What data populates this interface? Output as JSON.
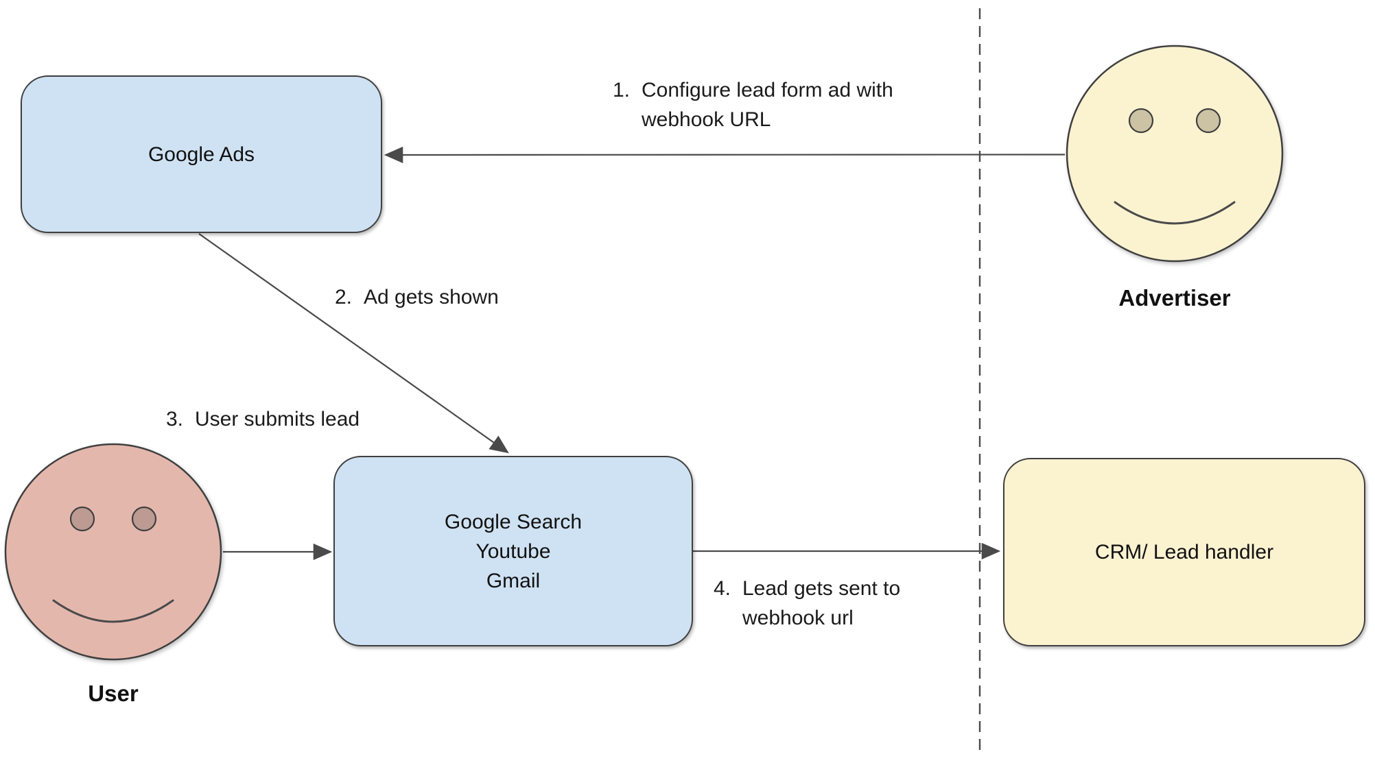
{
  "diagram": {
    "nodes": {
      "google_ads": {
        "label": "Google Ads"
      },
      "google_properties": {
        "lines": [
          "Google Search",
          "Youtube",
          "Gmail"
        ]
      },
      "crm": {
        "label": "CRM/ Lead handler"
      }
    },
    "actors": {
      "advertiser": {
        "label": "Advertiser"
      },
      "user": {
        "label": "User"
      }
    },
    "steps": [
      {
        "num": "1.",
        "lines": [
          "Configure lead form ad with",
          "webhook URL"
        ]
      },
      {
        "num": "2.",
        "lines": [
          "Ad gets shown"
        ]
      },
      {
        "num": "3.",
        "lines": [
          "User submits lead"
        ]
      },
      {
        "num": "4.",
        "lines": [
          "Lead gets sent to",
          "webhook url"
        ]
      }
    ],
    "colors": {
      "node_blue_fill": "#cfe2f3",
      "node_yellow_fill": "#fbf2d0",
      "user_face_fill": "#e4b7ad",
      "user_eye_fill": "#bd9b92",
      "advertiser_face_fill": "#fbf2d0",
      "advertiser_eye_fill": "#cbc3a4",
      "shape_stroke": "#3f3f3f",
      "connector_stroke": "#4a4a4a",
      "text": "#1b1b1b"
    }
  }
}
